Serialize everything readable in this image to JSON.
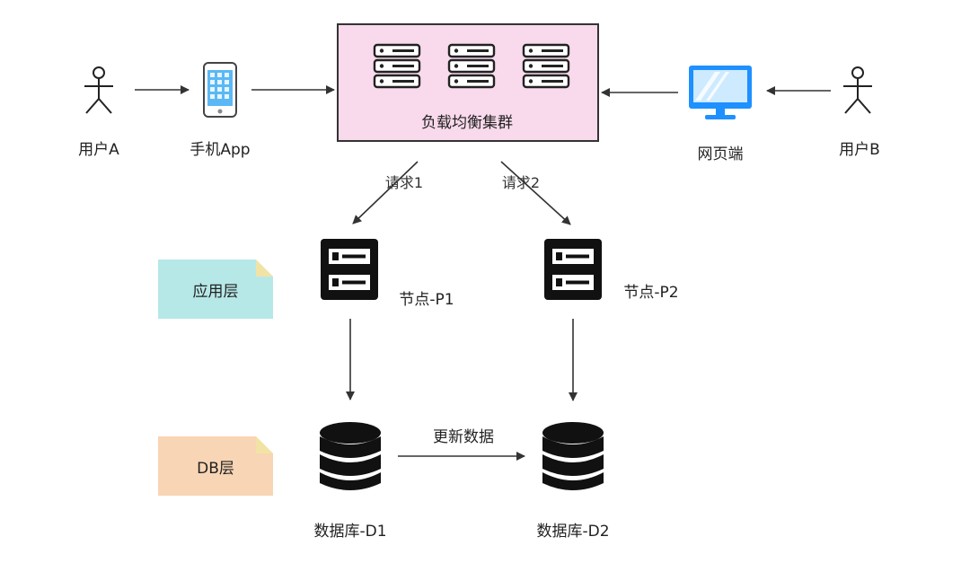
{
  "users": {
    "user_a": "用户A",
    "user_b": "用户B"
  },
  "clients": {
    "mobile_app": "手机App",
    "web": "网页端"
  },
  "load_balancer": {
    "label": "负载均衡集群"
  },
  "requests": {
    "req1": "请求1",
    "req2": "请求2"
  },
  "layers": {
    "app": {
      "label": "应用层",
      "color": "#b7e8e8"
    },
    "db": {
      "label": "DB层",
      "color": "#f8d5b4"
    }
  },
  "nodes": {
    "p1": "节点-P1",
    "p2": "节点-P2"
  },
  "databases": {
    "d1": "数据库-D1",
    "d2": "数据库-D2"
  },
  "sync": {
    "label": "更新数据"
  },
  "colors": {
    "lb_fill": "#f9d9ec",
    "monitor": "#1e90ff",
    "phone_screen": "#5bb8f5",
    "stroke": "#222222"
  }
}
